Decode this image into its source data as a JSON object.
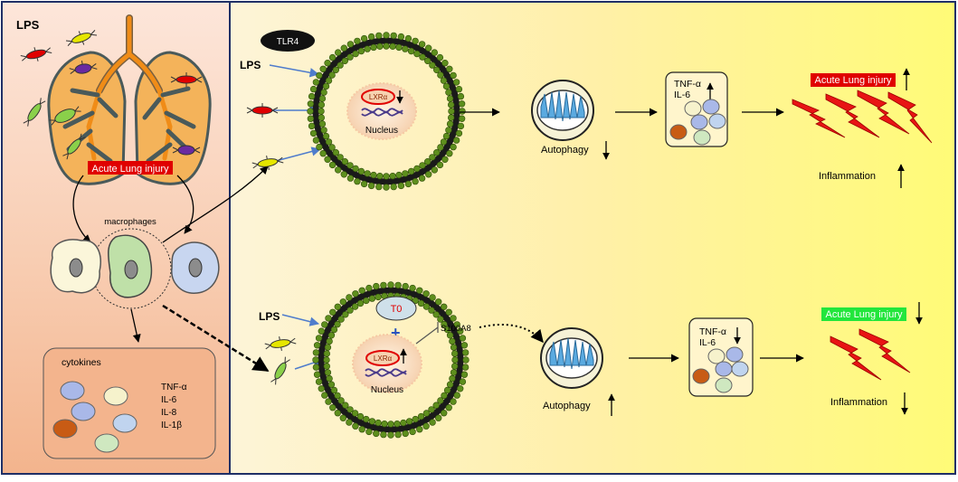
{
  "left_panel": {
    "lps_label": "LPS",
    "ali_label": "Acute Lung injury",
    "macrophages_label": "macrophages",
    "cytokines_title": "cytokines",
    "cytokine_list": [
      "TNF-α",
      "IL-6",
      "IL-8",
      "IL-1β"
    ]
  },
  "top_pathway": {
    "receptor_label": "TLR4",
    "lps_label": "LPS",
    "lxr_label": "LXRα",
    "nucleus_label": "Nucleus",
    "autophagy_label": "Autophagy",
    "cytokine_lines": [
      "TNF-α",
      "IL-6"
    ],
    "ali_label": "Acute Lung injury",
    "inflammation_label": "Inflammation"
  },
  "bottom_pathway": {
    "lps_label": "LPS",
    "drug_label": "T0",
    "plus_symbol": "+",
    "s100a8_label": "S100A8",
    "lxr_label": "LXRα",
    "nucleus_label": "Nucleus",
    "autophagy_label": "Autophagy",
    "cytokine_lines": [
      "TNF-α",
      "IL-6"
    ],
    "ali_label": "Acute Lung injury",
    "inflammation_label": "Inflammation"
  },
  "colors": {
    "left_bg_top": "#fde6da",
    "left_bg_bottom": "#f3b48d",
    "right_bg_left": "#fdf4d8",
    "right_bg_right": "#fffb77",
    "border": "#1f2f66",
    "lung": "#f4b35a",
    "airway": "#f08c17",
    "membrane": "#5e8f1d",
    "ali_up_bg": "#e00000",
    "ali_down_bg": "#22e63c",
    "lightning": "#e81414",
    "mito_fill": "#5aaae0",
    "arrow_blue": "#4f7ccc"
  }
}
